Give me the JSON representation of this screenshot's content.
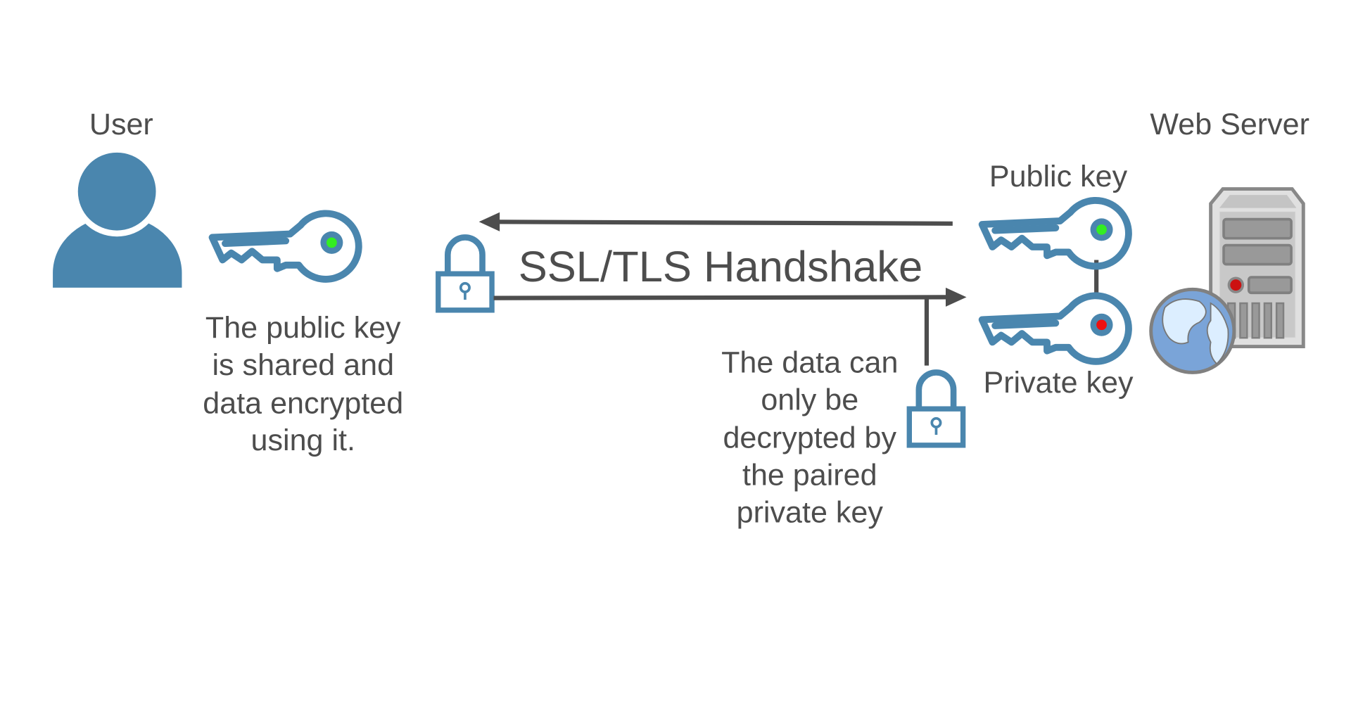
{
  "user": {
    "label": "User"
  },
  "server": {
    "label": "Web Server"
  },
  "handshake": {
    "label": "SSL/TLS Handshake"
  },
  "public_key": {
    "label": "Public key"
  },
  "private_key": {
    "label": "Private key"
  },
  "user_note": {
    "lines": [
      "The public key",
      "is shared and",
      "data encrypted",
      "using it."
    ]
  },
  "decrypt_note": {
    "lines": [
      "The data can",
      "only be",
      "decrypted by",
      "the paired",
      "private key"
    ]
  },
  "colors": {
    "accent": "#4a86ae",
    "text": "#4d4d4d",
    "arrow": "#4d4d4d",
    "public_dot": "#33ee22",
    "private_dot": "#ee1111"
  }
}
